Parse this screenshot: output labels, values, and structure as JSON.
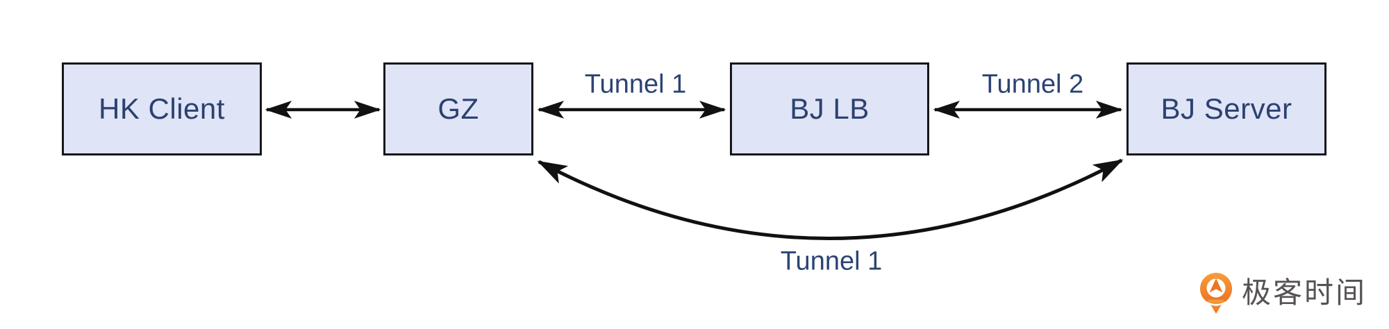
{
  "diagram": {
    "nodes": [
      {
        "id": "hk-client",
        "label": "HK Client"
      },
      {
        "id": "gz",
        "label": "GZ"
      },
      {
        "id": "bj-lb",
        "label": "BJ LB"
      },
      {
        "id": "bj-server",
        "label": "BJ Server"
      }
    ],
    "edges": [
      {
        "from": "hk-client",
        "to": "gz",
        "label": "",
        "style": "straight-double-arrow"
      },
      {
        "from": "gz",
        "to": "bj-lb",
        "label": "Tunnel 1",
        "style": "straight-double-arrow"
      },
      {
        "from": "bj-lb",
        "to": "bj-server",
        "label": "Tunnel 2",
        "style": "straight-double-arrow"
      },
      {
        "from": "gz",
        "to": "bj-server",
        "label": "Tunnel 1",
        "style": "curved-double-arrow"
      }
    ],
    "colors": {
      "node_fill": "#dfe4f6",
      "node_border": "#17171a",
      "node_text": "#2b4170",
      "edge_label_text": "#2c4373",
      "arrow": "#111111",
      "background": "#ffffff"
    }
  },
  "watermark": {
    "brand": "极客时间",
    "logo_icon": "geektime-pin-arrow-icon",
    "logo_orange": "#ef7f28",
    "logo_text_color": "#575253"
  }
}
